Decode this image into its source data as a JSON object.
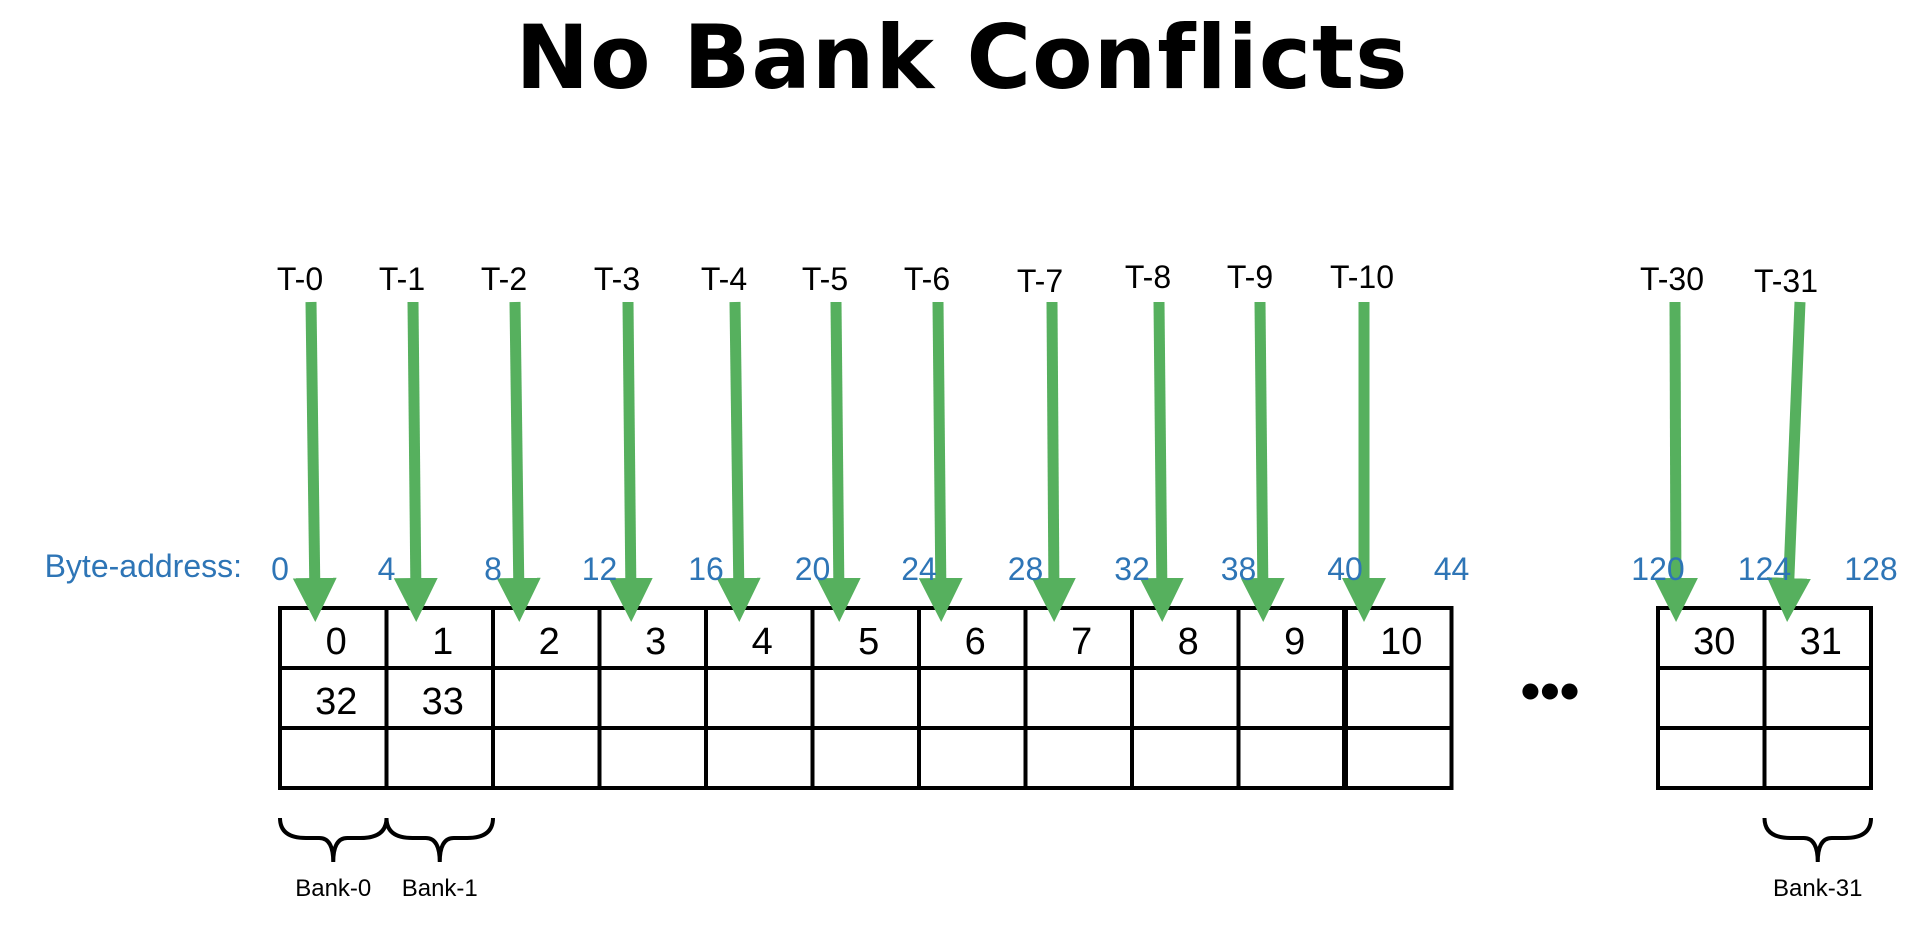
{
  "title": "No Bank Conflicts",
  "byte_address_label": "Byte-address:",
  "ellipsis": "•••",
  "colors": {
    "arrow": "#56B05E",
    "address": "#2E75B6",
    "grid": "#000000"
  },
  "threads": [
    "T-0",
    "T-1",
    "T-2",
    "T-3",
    "T-4",
    "T-5",
    "T-6",
    "T-7",
    "T-8",
    "T-9",
    "T-10",
    "T-30",
    "T-31"
  ],
  "addresses": [
    "0",
    "4",
    "8",
    "12",
    "16",
    "20",
    "24",
    "28",
    "32",
    "38",
    "40",
    "44",
    "120",
    "124",
    "128"
  ],
  "grid_left": {
    "rows": [
      [
        "0",
        "1",
        "2",
        "3",
        "4",
        "5",
        "6",
        "7",
        "8",
        "9",
        "10"
      ],
      [
        "32",
        "33",
        "",
        "",
        "",
        "",
        "",
        "",
        "",
        "",
        ""
      ],
      [
        "",
        "",
        "",
        "",
        "",
        "",
        "",
        "",
        "",
        "",
        ""
      ]
    ]
  },
  "grid_right": {
    "rows": [
      [
        "30",
        "31"
      ],
      [
        "",
        ""
      ],
      [
        "",
        ""
      ]
    ]
  },
  "banks": [
    "Bank-0",
    "Bank-1",
    "Bank-31"
  ]
}
